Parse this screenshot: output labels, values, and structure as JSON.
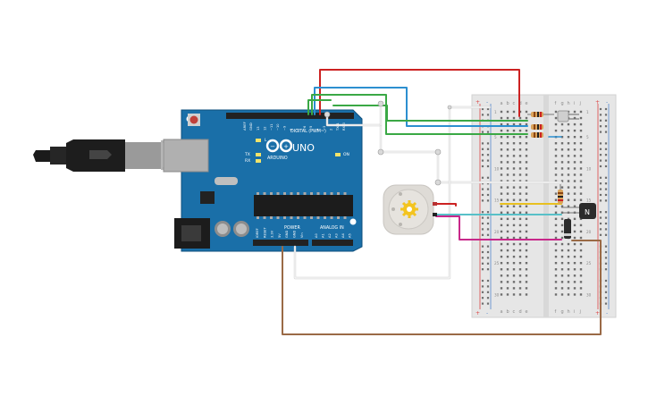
{
  "colors": {
    "background": "#ffffff",
    "board_blue": "#1a6fa8",
    "board_dark": "#0f4f7d",
    "header_black": "#222222",
    "breadboard": "#e6e6e6",
    "breadboard_line_red": "#d44",
    "breadboard_line_blue": "#58c",
    "wire_red": "#cc2222",
    "wire_green": "#3aa845",
    "wire_blue": "#2c8fd0",
    "wire_white": "#f4f4f4",
    "wire_brown": "#9a6a46",
    "wire_magenta": "#c8288a",
    "wire_cyan": "#58c0c8",
    "wire_yellow": "#e8c020",
    "motor_body": "#dedbd6",
    "motor_gear": "#f3c420"
  },
  "arduino": {
    "brand": "ARDUINO",
    "model": "UNO",
    "header_digital": "DIGITAL (PWM~)",
    "header_power": "POWER",
    "header_analog": "ANALOG IN",
    "led_l": "L",
    "led_tx": "TX",
    "led_rx": "RX",
    "led_on": "ON",
    "aref": "AREF",
    "gnd": "GND",
    "digital_pins": [
      "13",
      "12",
      "~11",
      "~10",
      "~9",
      "8",
      "7",
      "~6",
      "~5",
      "4",
      "~3",
      "2",
      "TX▸1",
      "RX◂0"
    ],
    "power_pins": [
      "IOREF",
      "RESET",
      "3.3V",
      "5V",
      "GND",
      "GND",
      "Vin"
    ],
    "analog_pins": [
      "A0",
      "A1",
      "A2",
      "A3",
      "A4",
      "A5"
    ]
  },
  "breadboard": {
    "column_letters_left": [
      "a",
      "b",
      "c",
      "d",
      "e"
    ],
    "column_letters_right": [
      "f",
      "g",
      "h",
      "i",
      "j"
    ],
    "row_numbers": [
      "1",
      "5",
      "10",
      "15",
      "20",
      "25",
      "30"
    ],
    "rail_plus": "+",
    "rail_minus": "-"
  },
  "transistor": {
    "label": "N"
  },
  "icons": [
    "usb-cable-icon",
    "dc-motor-icon",
    "gear-icon",
    "arduino-logo-icon",
    "diode-icon",
    "resistor-icon",
    "transistor-icon"
  ]
}
